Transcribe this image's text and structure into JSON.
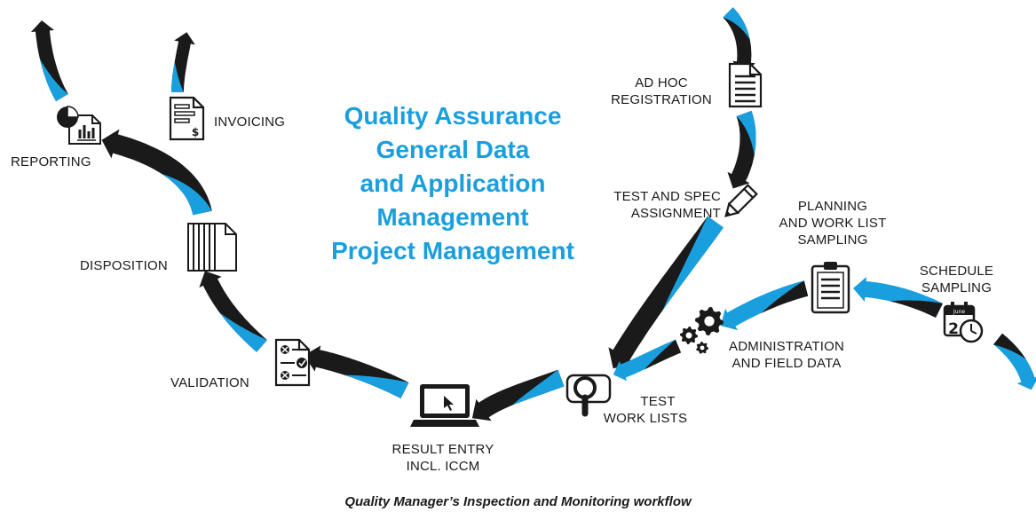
{
  "center_title": [
    "Quality Assurance",
    "General Data",
    "and Application",
    "Management",
    "Project Management"
  ],
  "caption": "Quality Manager’s Inspection and Monitoring workflow",
  "steps": {
    "ad_hoc_registration": [
      "AD HOC",
      "REGISTRATION"
    ],
    "test_and_spec_assignment": [
      "TEST AND SPEC",
      "ASSIGNMENT"
    ],
    "planning_and_work_list_sampling": [
      "PLANNING",
      "AND WORK LIST",
      "SAMPLING"
    ],
    "schedule_sampling": [
      "SCHEDULE",
      "SAMPLING"
    ],
    "administration_and_field_data": [
      "ADMINISTRATION",
      "AND FIELD DATA"
    ],
    "test_work_lists": [
      "TEST",
      "WORK LISTS"
    ],
    "result_entry": [
      "RESULT ENTRY",
      "INCL. ICCM"
    ],
    "validation": [
      "VALIDATION"
    ],
    "disposition": [
      "DISPOSITION"
    ],
    "reporting": [
      "REPORTING"
    ],
    "invoicing": [
      "INVOICING"
    ]
  },
  "icons": {
    "ad_hoc_registration": "document-icon",
    "test_and_spec_assignment": "pencil-icon",
    "planning_and_work_list_sampling": "clipboard-icon",
    "schedule_sampling": "calendar-clock-icon",
    "calendar_month": "June",
    "calendar_day": "2",
    "administration_and_field_data": "gears-icon",
    "test_work_lists": "magnifier-icon",
    "result_entry": "laptop-icon",
    "validation": "checklist-icon",
    "disposition": "document-stack-icon",
    "reporting": "report-chart-icon",
    "invoicing": "invoice-icon"
  },
  "colors": {
    "accent_blue": "#1a9fde",
    "arrow_black": "#1a1a1a",
    "text": "#1a1a1a"
  }
}
